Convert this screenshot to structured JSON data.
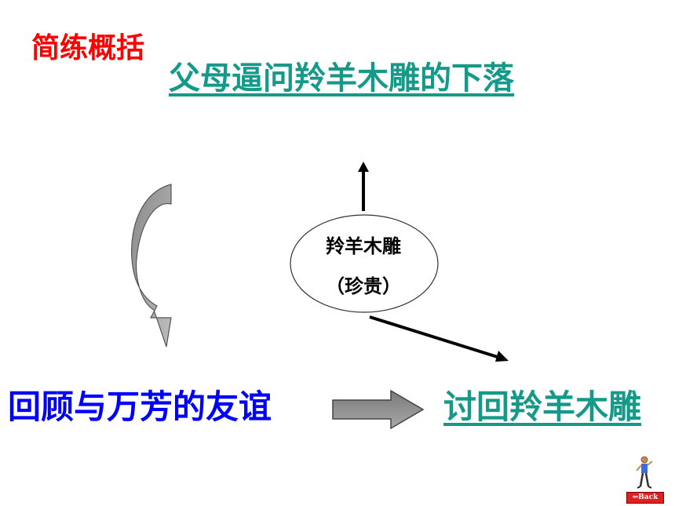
{
  "slide": {
    "heading_label": "简练概括",
    "title_link": "父母逼问羚羊木雕的下落",
    "bubble": {
      "line1": "羚羊木雕",
      "line2": "（珍贵）"
    },
    "left_phrase": "回顾与万芳的友谊",
    "right_link": "讨回羚羊木雕"
  },
  "nav": {
    "back_label": "⇐Back"
  },
  "icons": {
    "curved_arrow": "curved-down-arrow-icon",
    "up_arrow": "arrow-up-icon",
    "diagonal_arrow": "arrow-down-right-icon",
    "block_arrow": "block-right-arrow-icon",
    "figure": "person-figure-icon"
  },
  "colors": {
    "heading": "#ff0000",
    "link": "#159a8a",
    "phrase": "#0000ff"
  }
}
